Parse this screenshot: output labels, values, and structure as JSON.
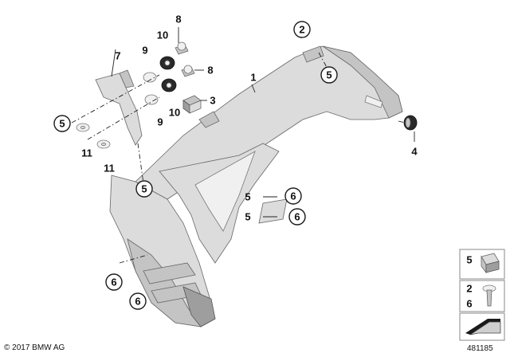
{
  "callouts": {
    "c1": "1",
    "c2": "2",
    "c3": "3",
    "c4": "4",
    "c5a": "5",
    "c5b": "5",
    "c5c": "5",
    "c5d": "5",
    "c5e": "5",
    "c6a": "6",
    "c6b": "6",
    "c6c": "6",
    "c6d": "6",
    "c7": "7",
    "c8a": "8",
    "c8b": "8",
    "c9a": "9",
    "c9b": "9",
    "c10a": "10",
    "c10b": "10",
    "c11a": "11",
    "c11b": "11"
  },
  "legend": {
    "box1_label": "5",
    "box2_label_top": "2",
    "box2_label_bottom": "6"
  },
  "footer": {
    "copyright": "© 2017 BMW AG",
    "diagram_id": "481185"
  }
}
